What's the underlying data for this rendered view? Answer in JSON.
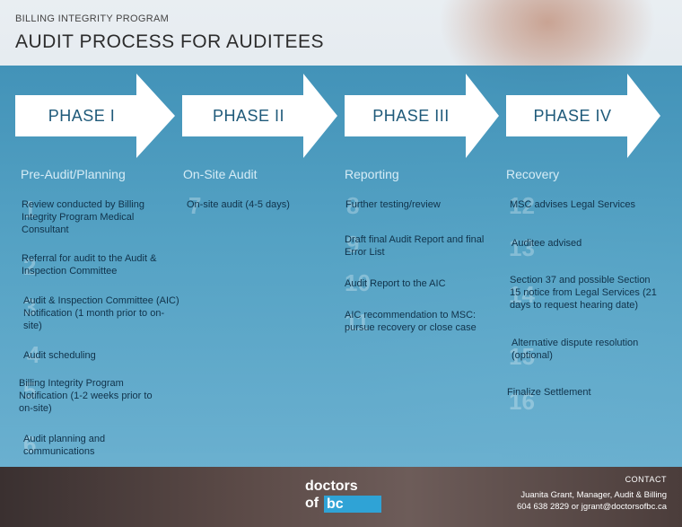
{
  "header": {
    "subtitle": "BILLING INTEGRITY PROGRAM",
    "title": "AUDIT PROCESS FOR AUDITEES"
  },
  "colors": {
    "overlay": "#3d8fb8",
    "arrow_fill": "#ffffff",
    "phase_label": "#1f5a7a",
    "logo_accent": "#2fa3d6"
  },
  "phases": [
    {
      "label": "PHASE I",
      "subtitle": "Pre-Audit/Planning",
      "steps": [
        {
          "num": "1",
          "text": "Review conducted by Billing Integrity Program Medical Consultant"
        },
        {
          "num": "2",
          "text": "Referral for audit to the Audit & Inspection Committee"
        },
        {
          "num": "3",
          "text": "Audit & Inspection Committee (AIC)  Notification (1 month prior to on-site)"
        },
        {
          "num": "4",
          "text": "Audit scheduling"
        },
        {
          "num": "5",
          "text": "Billing Integrity Program Notification (1-2 weeks prior to on-site)"
        },
        {
          "num": "6",
          "text": "Audit planning and communications"
        }
      ]
    },
    {
      "label": "PHASE II",
      "subtitle": "On-Site Audit",
      "steps": [
        {
          "num": "7",
          "text": "On-site audit (4-5 days)"
        }
      ]
    },
    {
      "label": "PHASE III",
      "subtitle": "Reporting",
      "steps": [
        {
          "num": "8",
          "text": "Further testing/review"
        },
        {
          "num": "9",
          "text": "Draft final Audit Report and final Error List"
        },
        {
          "num": "10",
          "text": "Audit Report to the AIC"
        },
        {
          "num": "11",
          "text": "AIC recommendation to MSC: pursue recovery or close case"
        }
      ]
    },
    {
      "label": "PHASE IV",
      "subtitle": "Recovery",
      "steps": [
        {
          "num": "12",
          "text": "MSC advises Legal Services"
        },
        {
          "num": "13",
          "text": "Auditee advised"
        },
        {
          "num": "14",
          "text": "Section 37 and possible Section 15 notice from Legal Services (21 days to request hearing date)"
        },
        {
          "num": "15",
          "text": "Alternative dispute resolution (optional)"
        },
        {
          "num": "16",
          "text": "Finalize Settlement"
        }
      ]
    }
  ],
  "logo": {
    "top": "doctors",
    "of": "of",
    "bc": "bc"
  },
  "contact": {
    "heading": "CONTACT",
    "name_line": "Juanita Grant, Manager, Audit & Billing",
    "info_line": "604 638 2829 or jgrant@doctorsofbc.ca"
  }
}
